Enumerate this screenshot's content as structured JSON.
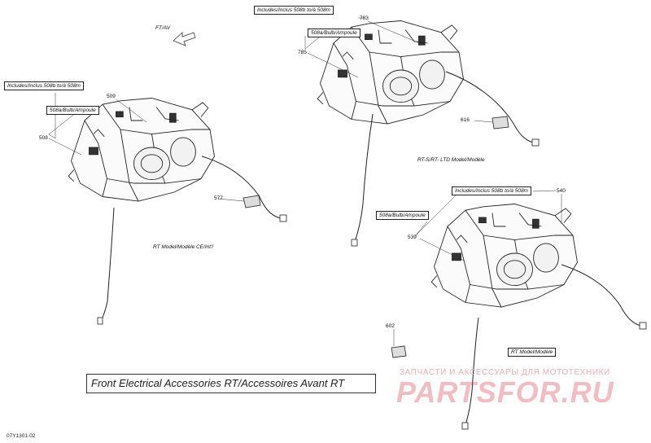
{
  "direction_label": "FT/AV",
  "assemblies": [
    {
      "model": "RT Model/Modèle CE/Int'l",
      "includes": "Includes/Inclus 508b to/à 508m",
      "bulb": "508a/Bulb/Ampoule",
      "part_numbers": [
        "509",
        "508",
        "577"
      ]
    },
    {
      "model": "RT-S/RT- LTD Model/Modèle",
      "includes": "Includes/Inclus 508b to/à 508m",
      "bulb": "508a/Bulb/Ampoule",
      "part_numbers": [
        "783",
        "785",
        "616"
      ]
    },
    {
      "model": "RT Model/Modèle",
      "includes": "Includes/Inclus 508b to/à 508m",
      "bulb": "508a/Bulb/Ampoule",
      "part_numbers": [
        "540",
        "539",
        "602"
      ]
    }
  ],
  "diagram_title": "Front Electrical Accessories RT/Accessoires Avant RT",
  "diagram_code": "07Y1301-02",
  "watermark": {
    "tagline": "ЗАПЧАСТИ И АКСЕССУАРЫ ДЛЯ МОТОТЕХНИКИ",
    "logo": "PARTSFOR.RU",
    "color": "#d9434f"
  }
}
